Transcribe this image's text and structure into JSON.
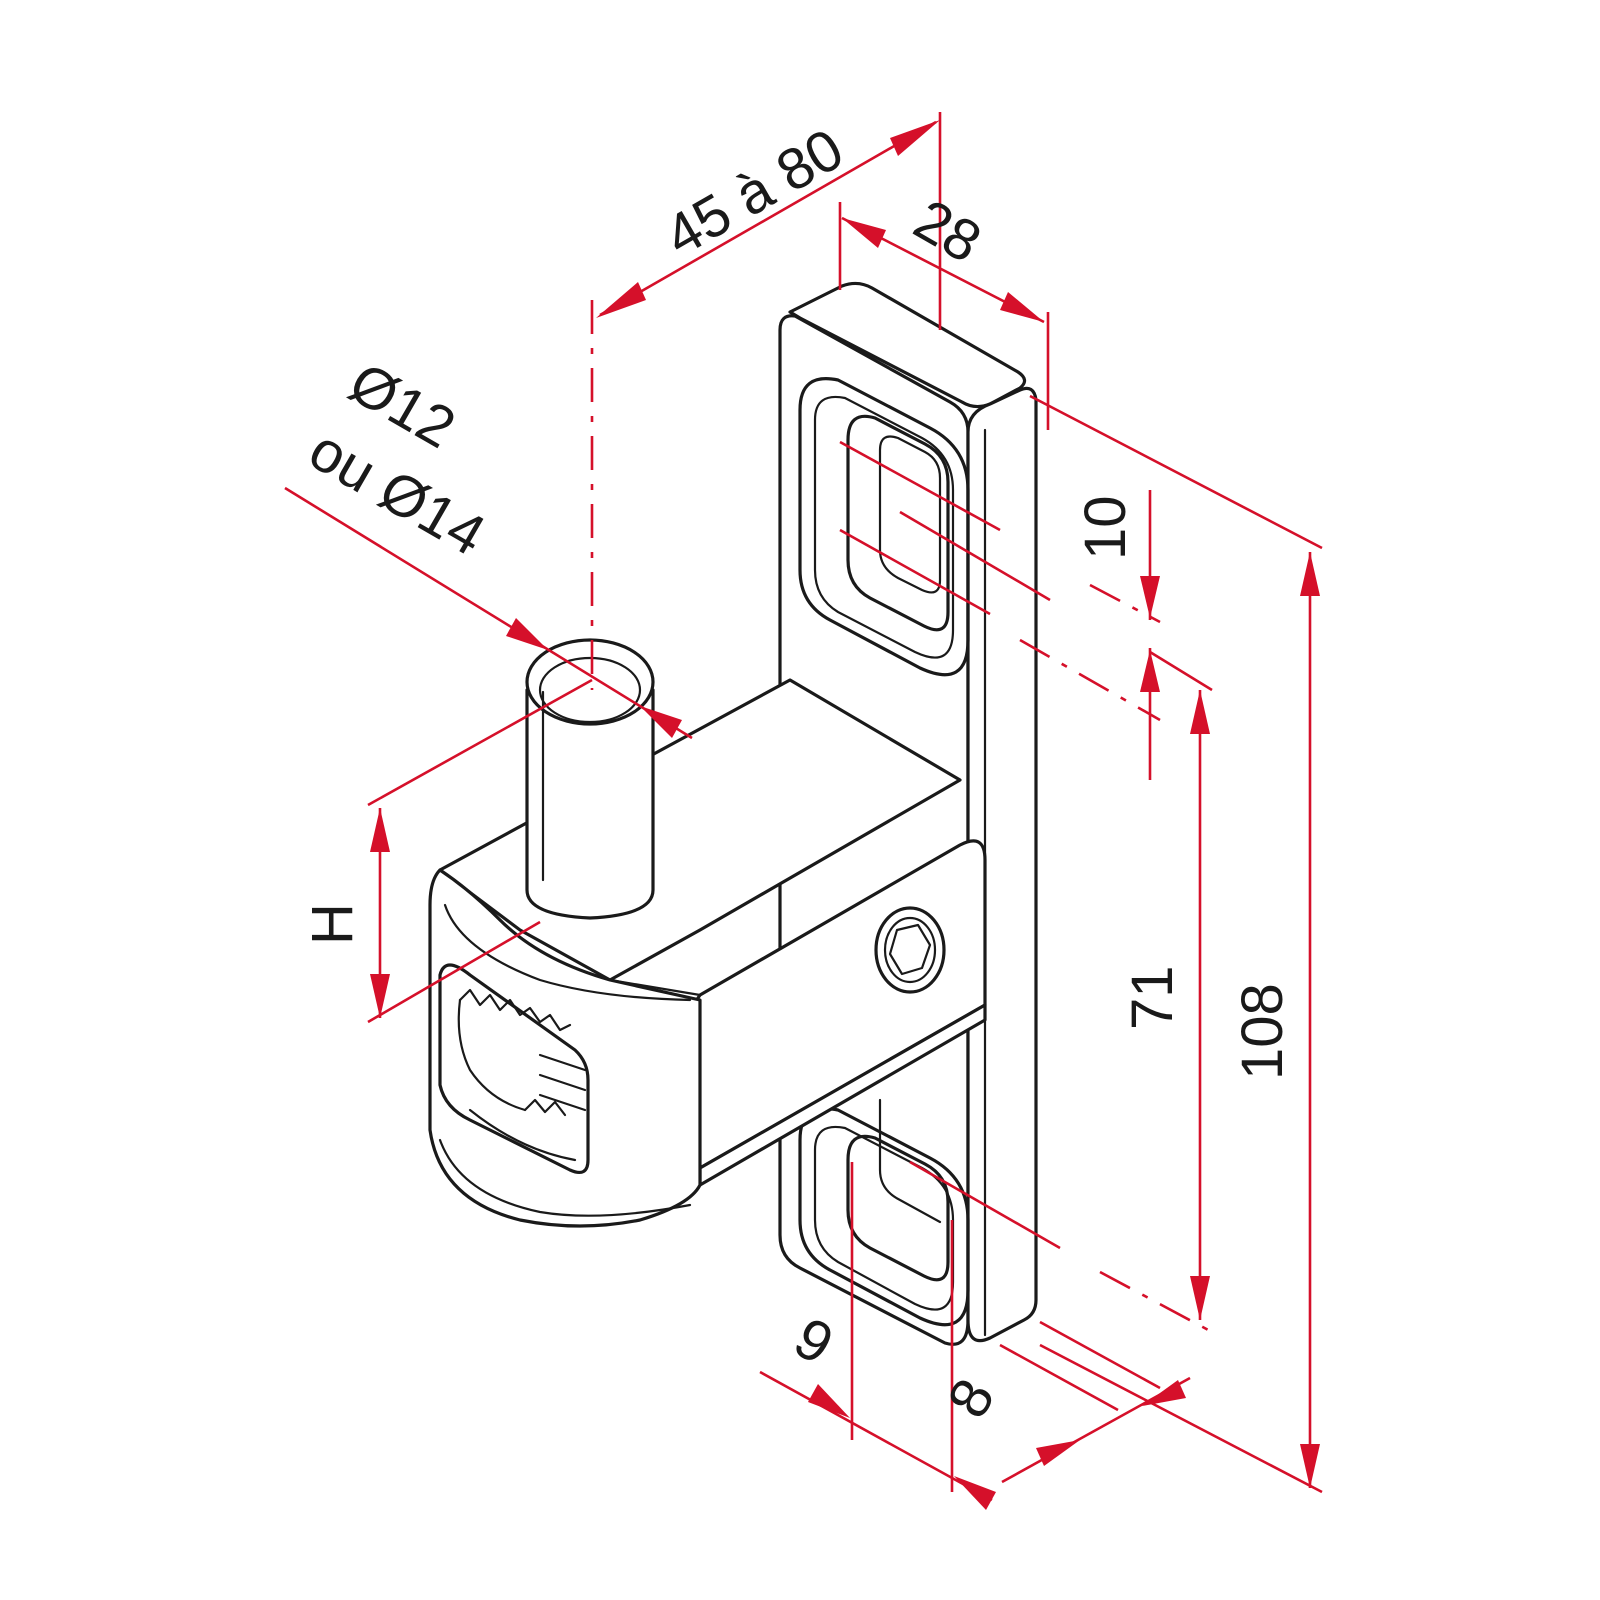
{
  "diagram": {
    "labels": {
      "reach": "45 à 80",
      "plate_width": "28",
      "pin_diameter_main": "Ø12",
      "pin_diameter_alt": "ou Ø14",
      "slot_width": "10",
      "height_label": "H",
      "slot_spacing": "71",
      "plate_length": "108",
      "slot_offset": "9",
      "plate_thickness": "8"
    },
    "colors": {
      "dimension": "#d5102a",
      "outline": "#1a1a1a",
      "background": "#ffffff"
    }
  }
}
